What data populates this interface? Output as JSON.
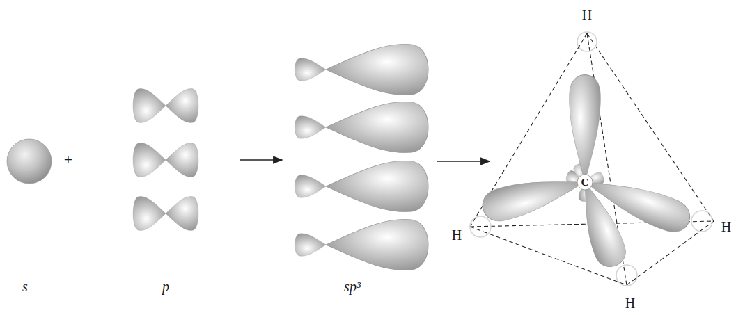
{
  "diagram": {
    "labels": [
      "+",
      "s",
      "p",
      "sp³",
      "H",
      "H",
      "H",
      "H",
      "C"
    ]
  }
}
